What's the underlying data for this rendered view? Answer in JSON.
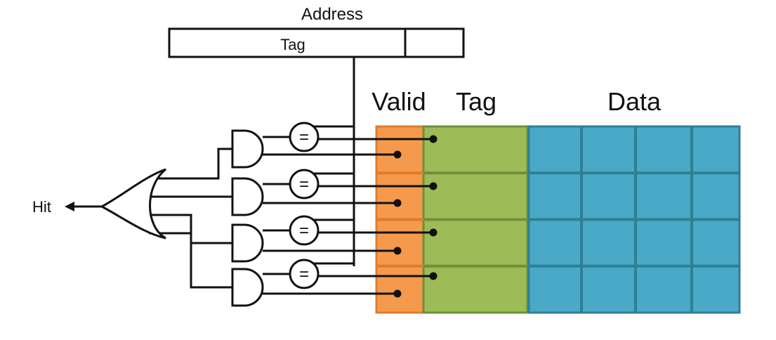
{
  "address": {
    "title": "Address",
    "tag_field": "Tag"
  },
  "columns": {
    "valid": "Valid",
    "tag": "Tag",
    "data": "Data"
  },
  "output": {
    "label": "Hit"
  },
  "comparator": {
    "symbol": "="
  },
  "colors": {
    "valid_fill": "#f59a4c",
    "valid_border": "#e07b2a",
    "tag_fill": "#9dbb56",
    "tag_border": "#6f8f3a",
    "data_fill": "#49a9c6",
    "data_border": "#2e7f95",
    "line": "#111111"
  },
  "cache": {
    "sets": 4,
    "data_blocks_per_set": 4
  }
}
